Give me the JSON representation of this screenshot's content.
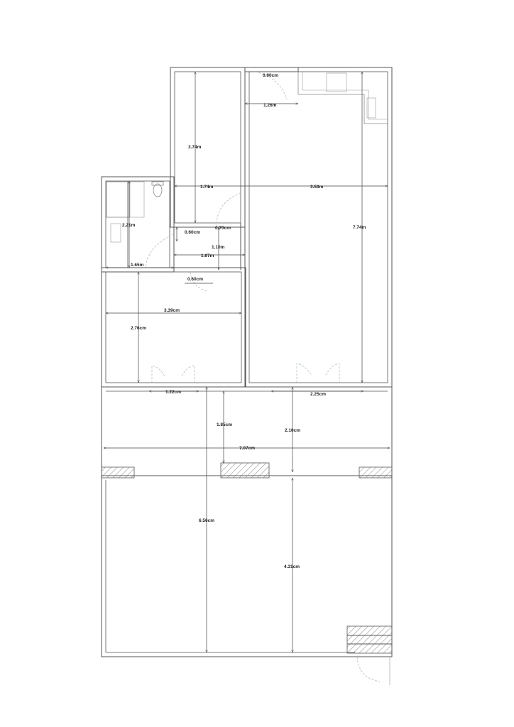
{
  "dimensions": {
    "top_door_width": "0.90cm",
    "top_passage": "1.26m",
    "left_room_height": "3.74m",
    "left_room_width": "1.74m",
    "main_room_width": "3.53m",
    "main_room_height": "7.74m",
    "bath_height": "2.21m",
    "hall_small": "0.60cm",
    "hall_door": "0.70cm",
    "hall_gap": "1.10m",
    "hall_width": "1.67m",
    "bath_width": "1.65m",
    "lower_door": "0.60cm",
    "bedroom_width": "3.39cm",
    "bedroom_height": "2.76cm",
    "bedroom_door": "1.22cm",
    "main_door": "2.25cm",
    "terrace_depth": "1.85cm",
    "terrace_depth_right": "2.10cm",
    "total_width": "7.07cm",
    "yard_left_depth": "6.56cm",
    "yard_right_depth": "4.31cm"
  }
}
